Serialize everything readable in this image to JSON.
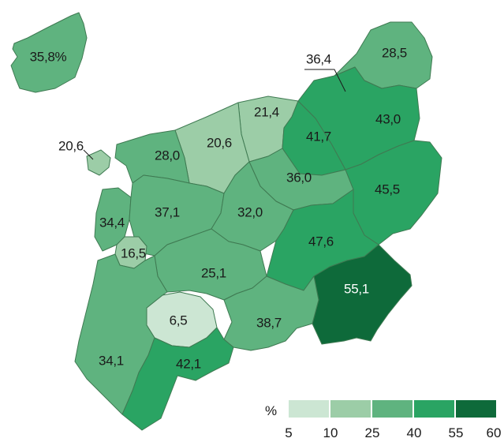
{
  "colors": {
    "c1": "#cce6d3",
    "c2": "#9ccda7",
    "c3": "#5fb37f",
    "c4": "#2aa463",
    "c5": "#0e6a3a",
    "border": "#3f7a52",
    "lake": "#ffffff"
  },
  "regions": [
    {
      "id": "r-wolin",
      "label": "35,8%",
      "class": 3
    },
    {
      "id": "r-north-east",
      "label": "28,5",
      "class": 3
    },
    {
      "id": "r-city-364",
      "label": "36,4",
      "class": 3
    },
    {
      "id": "r-east-430",
      "label": "43,0",
      "class": 4
    },
    {
      "id": "r-coast-214",
      "label": "21,4",
      "class": 2
    },
    {
      "id": "r-center-417",
      "label": "41,7",
      "class": 4
    },
    {
      "id": "r-206b",
      "label": "20,6",
      "class": 2
    },
    {
      "id": "r-city-206",
      "label": "20,6",
      "class": 2
    },
    {
      "id": "r-280",
      "label": "28,0",
      "class": 3
    },
    {
      "id": "r-360",
      "label": "36,0",
      "class": 3
    },
    {
      "id": "r-455",
      "label": "45,5",
      "class": 4
    },
    {
      "id": "r-344",
      "label": "34,4",
      "class": 3
    },
    {
      "id": "r-371",
      "label": "37,1",
      "class": 3
    },
    {
      "id": "r-320",
      "label": "32,0",
      "class": 3
    },
    {
      "id": "r-476",
      "label": "47,6",
      "class": 4
    },
    {
      "id": "r-city-165",
      "label": "16,5",
      "class": 2
    },
    {
      "id": "r-251",
      "label": "25,1",
      "class": 3
    },
    {
      "id": "r-551",
      "label": "55,1",
      "class": 5
    },
    {
      "id": "r-65",
      "label": "6,5",
      "class": 1
    },
    {
      "id": "r-387",
      "label": "38,7",
      "class": 3
    },
    {
      "id": "r-341",
      "label": "34,1",
      "class": 3
    },
    {
      "id": "r-421",
      "label": "42,1",
      "class": 4
    }
  ],
  "legend": {
    "unit": "%",
    "ticks": [
      "5",
      "10",
      "25",
      "40",
      "55",
      "60"
    ]
  }
}
